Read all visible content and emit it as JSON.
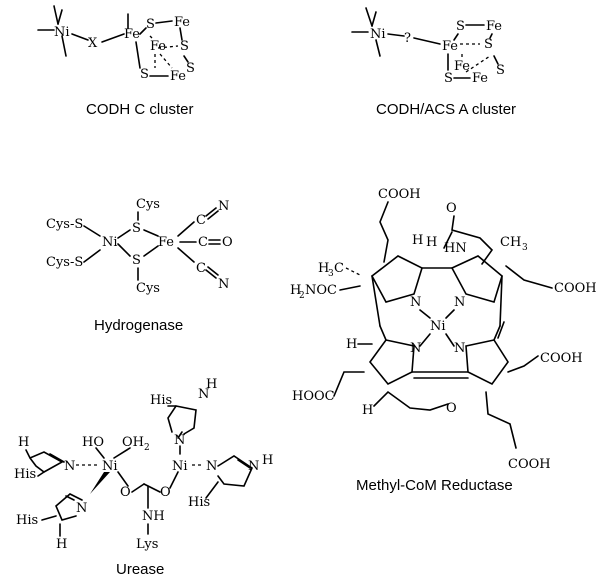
{
  "labels": {
    "codh_c": "CODH C cluster",
    "codh_acs": "CODH/ACS A cluster",
    "hydrogenase": "Hydrogenase",
    "urease": "Urease",
    "mcr": "Methyl-CoM Reductase"
  },
  "atoms": {
    "ni": "Ni",
    "fe": "Fe",
    "s": "S",
    "x": "X",
    "q": "?",
    "cys": "Cys",
    "cys_s": "Cys-S",
    "c": "C",
    "n": "N",
    "o": "O",
    "his": "His",
    "h": "H",
    "ho": "HO",
    "oh": "OH",
    "lys": "Lys",
    "hn": "HN",
    "nh": "NH",
    "cooh": "COOH",
    "hooc": "HOOC",
    "h3c": "H",
    "three": "3",
    "ch": "CH",
    "h2noc": "H",
    "two": "2",
    "noc": "NOC"
  }
}
